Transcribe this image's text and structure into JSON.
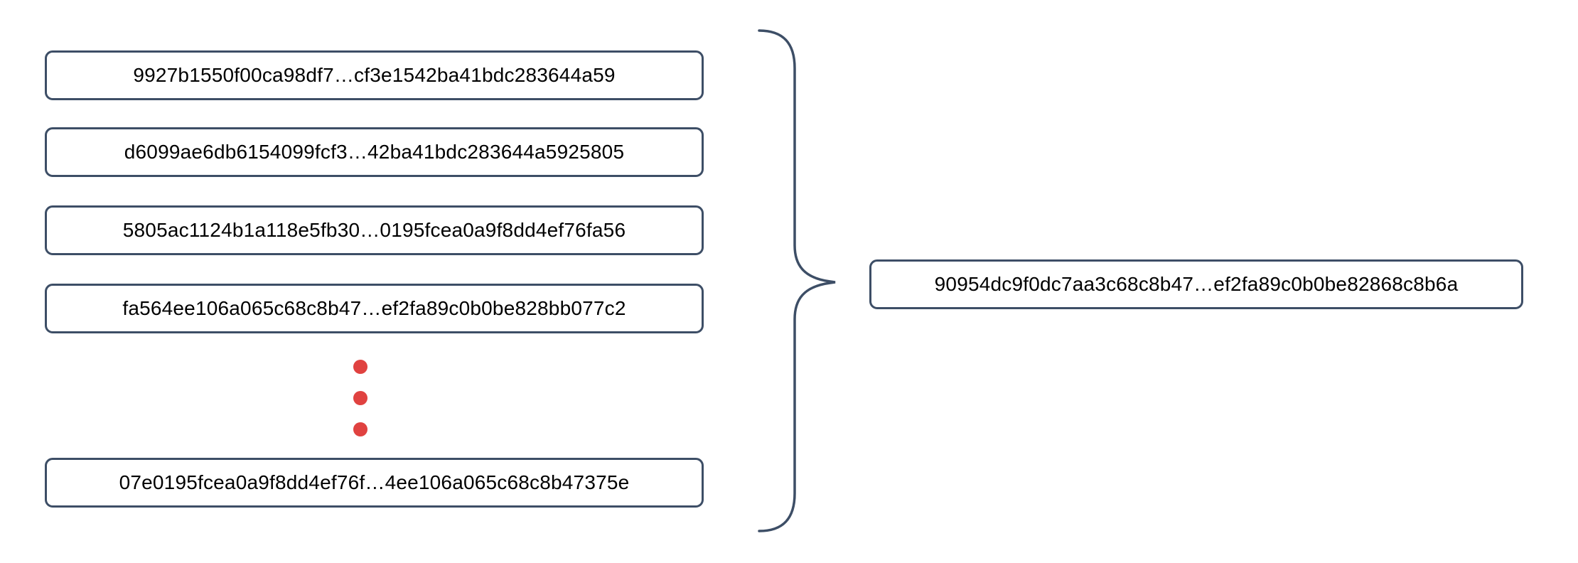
{
  "diagram": {
    "left_hashes": [
      {
        "label": "9927b1550f00ca98df7…cf3e1542ba41bdc283644a59"
      },
      {
        "label": "d6099ae6db6154099fcf3…42ba41bdc283644a5925805"
      },
      {
        "label": "5805ac1124b1a118e5fb30…0195fcea0a9f8dd4ef76fa56"
      },
      {
        "label": "fa564ee106a065c68c8b47…ef2fa89c0b0be828bb077c2"
      },
      {
        "label": "07e0195fcea0a9f8dd4ef76f…4ee106a065c68c8b47375e"
      }
    ],
    "ellipsis_dots_count": 3,
    "result_hash": {
      "label": "90954dc9f0dc7aa3c68c8b47…ef2fa89c0b0be82868c8b6a"
    },
    "colors": {
      "box_border": "#3d4e66",
      "brace": "#3d4e66",
      "dots": "#e04240",
      "text": "#000000",
      "background": "#ffffff"
    }
  }
}
